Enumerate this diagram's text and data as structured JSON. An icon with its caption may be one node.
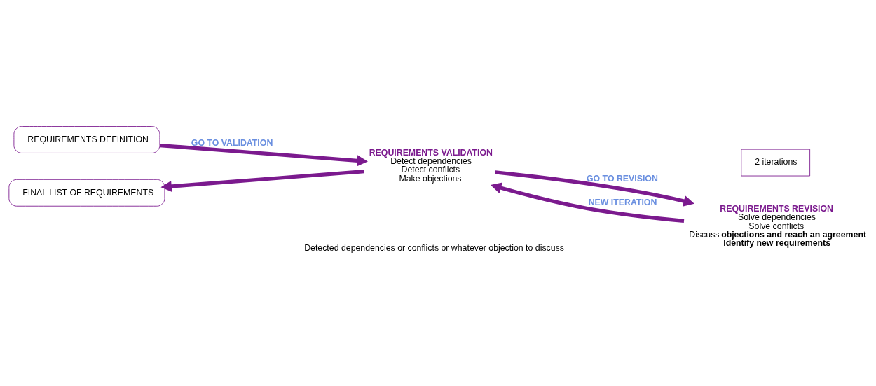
{
  "diagram": {
    "nodes": [
      {
        "text": [
          "REQUIREMENTS DEFINITION"
        ]
      },
      {
        "text": [
          "REQUIREMENTS VALIDATION",
          "Detect dependencies",
          "Detect conflicts",
          "Make objections"
        ]
      },
      {
        "text": [
          "REQUIREMENTS REVISION",
          "Solve dependencies",
          "Solve conflicts",
          "Discuss **objections and reach an agreement**",
          "**Identify new requirements**"
        ]
      },
      {
        "text": [
          "FINAL LIST OF REQUIREMENTS"
        ]
      },
      {
        "text": [
          "2 iterations"
        ]
      }
    ],
    "edges": [
      {
        "from": 0,
        "to": 1,
        "arrow": "to",
        "label": "GO TO VALIDATION"
      },
      {
        "from": 1,
        "to": 2,
        "arrow": "to",
        "label": "GO TO REVISION"
      },
      {
        "from": 2,
        "to": 1,
        "arrow": "to",
        "label": "NEW ITERATION"
      },
      {
        "from": 1,
        "to": 3,
        "arrow": "to"
      }
    ],
    "labels": [
      "Detected dependencies or conflicts or whatever objection to discuss"
    ]
  }
}
